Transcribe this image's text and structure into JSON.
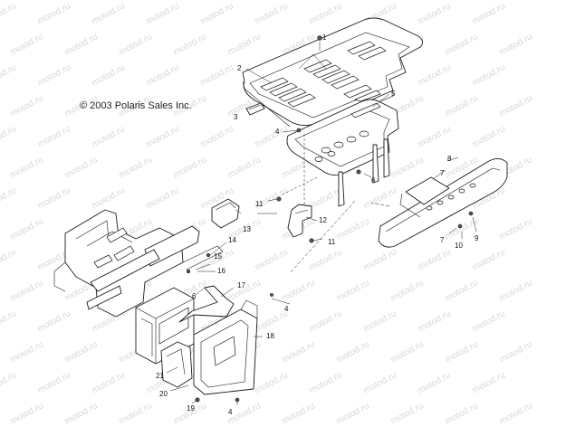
{
  "copyright": "© 2003 Polaris Sales Inc.",
  "watermark": "motod.ru",
  "callouts": [
    {
      "id": "1",
      "label": "1"
    },
    {
      "id": "2",
      "label": "2"
    },
    {
      "id": "3",
      "label": "3"
    },
    {
      "id": "4a",
      "label": "4"
    },
    {
      "id": "5",
      "label": "5"
    },
    {
      "id": "6a",
      "label": "6"
    },
    {
      "id": "7a",
      "label": "7"
    },
    {
      "id": "8",
      "label": "8"
    },
    {
      "id": "11a",
      "label": "11"
    },
    {
      "id": "12",
      "label": "12"
    },
    {
      "id": "13",
      "label": "13"
    },
    {
      "id": "11b",
      "label": "11"
    },
    {
      "id": "14",
      "label": "14"
    },
    {
      "id": "15",
      "label": "15"
    },
    {
      "id": "16",
      "label": "16"
    },
    {
      "id": "6b",
      "label": "6"
    },
    {
      "id": "17",
      "label": "17"
    },
    {
      "id": "4b",
      "label": "4"
    },
    {
      "id": "18",
      "label": "18"
    },
    {
      "id": "21",
      "label": "21"
    },
    {
      "id": "20",
      "label": "20"
    },
    {
      "id": "19",
      "label": "19"
    },
    {
      "id": "4c",
      "label": "4"
    },
    {
      "id": "7b",
      "label": "7"
    },
    {
      "id": "10",
      "label": "10"
    },
    {
      "id": "9",
      "label": "9"
    }
  ]
}
